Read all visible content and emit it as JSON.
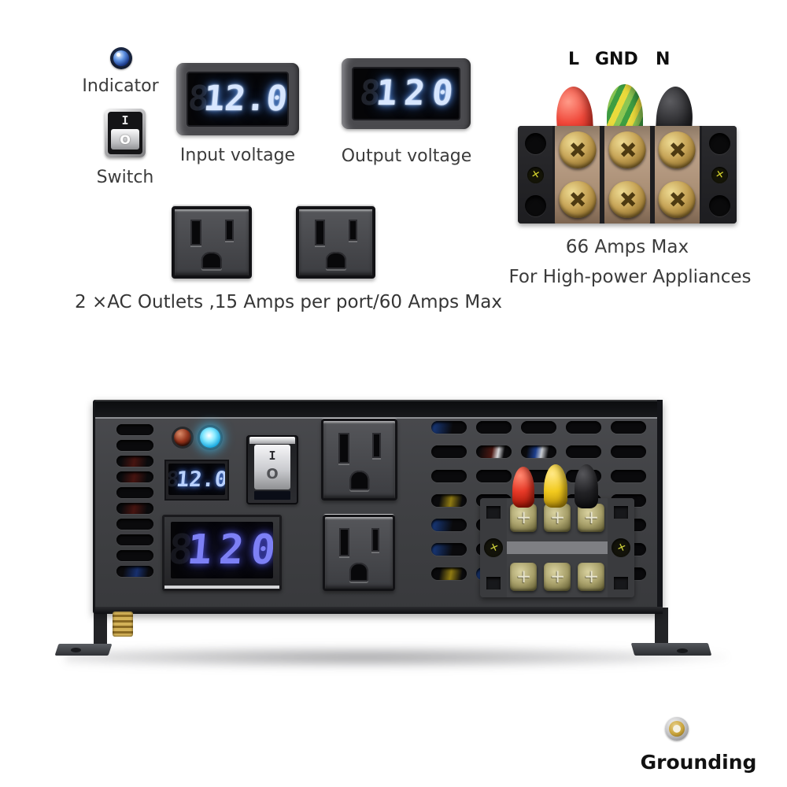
{
  "icons": {
    "phillips_cross": "✚",
    "cap_screw_cross": "✕"
  },
  "callouts": {
    "indicator": {
      "label": "Indicator"
    },
    "switch": {
      "label": "Switch",
      "on_mark": "I",
      "off_mark": "O"
    },
    "input_display": {
      "label": "Input voltage",
      "value": "12.0",
      "ghost_digit": "8"
    },
    "output_display": {
      "label": "Output voltage",
      "value": "120",
      "ghost_digit": "8"
    },
    "ac_terminal_block": {
      "line_label": "L",
      "ground_label": "GND",
      "neutral_label": "N",
      "caption_line1": "66 Amps Max",
      "caption_line2": "For High-power Appliances"
    },
    "ac_outlets": {
      "caption": "2 ×AC Outlets ,15 Amps per port/60 Amps Max"
    }
  },
  "device_panel": {
    "input_display_value": "12.0",
    "input_display_ghost": "8",
    "output_display_value": "120",
    "output_display_ghost": "8",
    "switch_on_mark": "I",
    "switch_off_mark": "O"
  },
  "grounding": {
    "label": "Grounding"
  },
  "colors": {
    "background": "#ffffff",
    "label_text": "#3b3b3b",
    "terminal_label_text": "#0e0e0e",
    "panel_gray": "#404144",
    "digit_blue_light": "#d7e6ff",
    "digit_blue_violet": "#7d80f5",
    "led_on_cyan": "#35c8f0",
    "led_red": "#8b2c12",
    "boot_line_red": "#e63226",
    "boot_ground_yellow": "#e9da3c",
    "boot_ground_green": "#3e9e42",
    "boot_neutral_black": "#1c1c1e",
    "boot_photo_red": "#e8392a",
    "boot_photo_yellow": "#f2ca1e",
    "boot_photo_black": "#1d1d1f",
    "brass_screw": "#c6a356"
  }
}
